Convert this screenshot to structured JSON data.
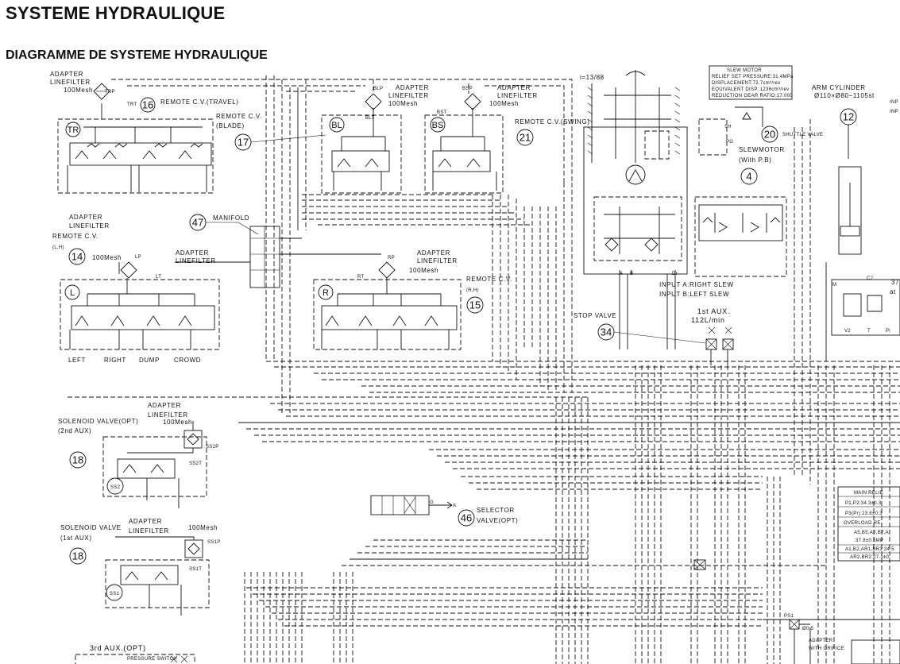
{
  "header": {
    "title": "SYSTEME HYDRAULIQUE",
    "subtitle": "DIAGRAMME DE SYSTEME HYDRAULIQUE"
  },
  "labels": {
    "adapter_linefilter_tl_1": "ADAPTER",
    "adapter_linefilter_tl_2": "LINEFILTER",
    "adapter_linefilter_tl_3": "100Mesh",
    "trp": "TRP",
    "trt": "TRT",
    "remote_travel": "REMOTE C.V.(TRAVEL)",
    "remote_blade_1": "REMOTE C.V.",
    "remote_blade_2": "(BLADE)",
    "adapter_blp_1": "ADAPTER",
    "adapter_blp_2": "LINEFILTER",
    "adapter_blp_3": "100Mesh",
    "blp": "BLP",
    "blt": "BLT",
    "adapter_bsp_1": "ADAPTER",
    "adapter_bsp_2": "LINEFILTER",
    "adapter_bsp_3": "100Mesh",
    "bsp": "BSP",
    "bst": "BST",
    "remote_swing": "REMOTE C.V.(SWING)",
    "ratio": "i=13/88",
    "slew_spec_1": "SLEW MOTOR",
    "slew_spec_2": "RELIEF SET PRESSURE:31.4MPa",
    "slew_spec_3": "DISPLACEMENT:72.7cm³/rev",
    "slew_spec_4": "EQUIVALENT DISP.:1236cm³/rev",
    "slew_spec_5": "REDUCTION GEAR RATIO:17.000",
    "sh": "SH",
    "pg": "PG",
    "shuttle": "SHUTTLE VALVE",
    "slewmotor_1": "SLEWMOTOR",
    "slewmotor_2": "(With P.B)",
    "arm_cyl_1": "ARM CYLINDER",
    "arm_cyl_2": "Ø110×Ø80−1105st",
    "inp_cut_1": "INP",
    "inp_cut_2": "INP",
    "adapter_lp_1": "ADAPTER",
    "adapter_lp_2": "LINEFILTER",
    "remote_lh_1": "REMOTE C.V.",
    "remote_lh_2": "(L,H)",
    "mesh_lp": "100Mesh",
    "lp": "LP",
    "lt": "LT",
    "manifold": "MANIFOLD",
    "adapter_mf_1": "ADAPTER",
    "adapter_mf_2": "LINEFILTER",
    "adapter_rp_1": "ADAPTER",
    "adapter_rp_2": "LINEFILTER",
    "adapter_rp_3": "100Mesh",
    "rp": "RP",
    "rt": "RT",
    "remote_rh_1": "REMOTE C.V.",
    "remote_rh_2": "(R,H)",
    "left": "LEFT",
    "right": "RIGHT",
    "dump": "DUMP",
    "crowd": "CROWD",
    "ma": "A",
    "mb": "B",
    "dr": "Dr",
    "input_a": "INPUT A:RIGHT SLEW",
    "input_b": "INPUT B:LEFT SLEW",
    "aux1_1": "1st AUX.",
    "aux1_2": "112L/min",
    "stop_valve": "STOP VALVE",
    "adapter_ss2_1": "ADAPTER",
    "adapter_ss2_2": "LINEFILTER",
    "adapter_ss2_3": "100Mesh",
    "sol_opt_1": "SOLENOID VALVE(OPT)",
    "sol_opt_2": "(2nd AUX)",
    "ss2p": "SS2P",
    "ss2t": "SS2T",
    "ss2": "SS2",
    "selector_1": "SELECTOR",
    "selector_2": "VALVE(OPT)",
    "sel_g": "G",
    "sel_a": "A",
    "adapter_ss1_1": "ADAPTER",
    "adapter_ss1_2": "LINEFILTER",
    "mesh_ss1": "100Mesh",
    "sol_1": "SOLENOID VALVE",
    "sol_2": "(1st AUX)",
    "ss1p": "SS1P",
    "ss1t": "SS1T",
    "ss1": "SS1",
    "aux3": "3rd AUX.(OPT)",
    "pressure_switch": "PRESSURE SWITCH",
    "ps1": "PS1",
    "orifice_dim": "Ø0.5",
    "adapter_orifice_1": "ADAPTER",
    "adapter_orifice_2": "WITH ORIFICE",
    "c2": "C2",
    "v2": "V2",
    "m_lbl": "M",
    "t_lbl": "T",
    "pi_lbl": "Pi",
    "at_lbl": "at",
    "n37": "37",
    "main_relief": "MAIN RELIE",
    "mr_1": "P1,P2:34.3±0.3",
    "mr_2": "P3(Pr):23.6±0.3",
    "overload": "OVERLOAD RE",
    "or_1": "A5,B5,A7,B7,A",
    "or_2": ":37.8±0.5MP",
    "or_3": "A1,B2,AR1,BR3:24.5",
    "or_4": "AR2,BR2:27.1±0."
  },
  "callouts": {
    "c16": "16",
    "c17": "17",
    "c21": "21",
    "c20": "20",
    "c4": "4",
    "c12": "12",
    "c47": "47",
    "c14": "14",
    "c15": "15",
    "c34": "34",
    "c18a": "18",
    "c46": "46",
    "c18b": "18"
  },
  "valve_letters": {
    "tr": "TR",
    "bl": "BL",
    "bs": "BS",
    "l": "L",
    "r": "R"
  }
}
